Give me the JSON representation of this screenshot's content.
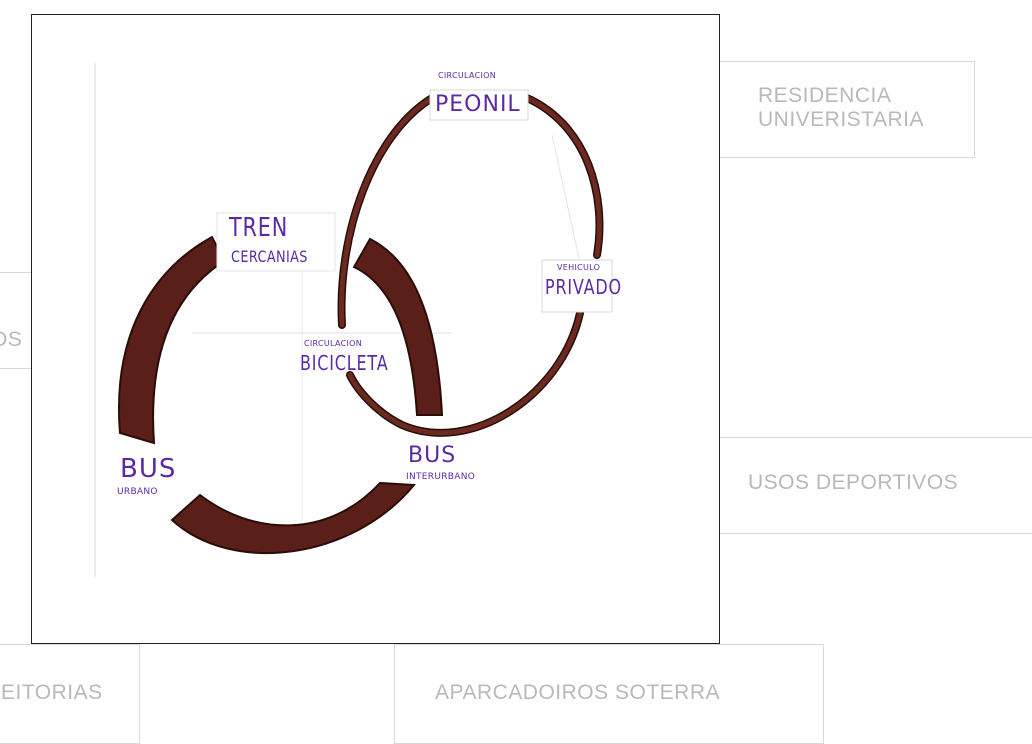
{
  "background_boxes": {
    "residencia": {
      "line1": "RESIDENCIA",
      "line2": "UNIVERISTARIA"
    },
    "deportivos": "USOS DEPORTIVOS",
    "os": "OS",
    "eitorias": "EITORIAS",
    "aparcadoiros": "APARCADOIROS SOTERRA"
  },
  "sketch": {
    "peonil_small": "CIRCULACION",
    "peonil_big": "PEONIL",
    "tren_big": "TREN",
    "tren_small": "CERCANIAS",
    "vehiculo_small": "VEHICULO",
    "vehiculo_big": "PRIVADO",
    "bicicleta_small": "CIRCULACION",
    "bicicleta_big": "BICICLETA",
    "bus_interurbano_big": "BUS",
    "bus_interurbano_small": "INTERURBANO",
    "bus_urbano_big": "BUS",
    "bus_urbano_small": "URBANO",
    "colors": {
      "ring": "#5a1f18",
      "ring_edge": "#2a0c08",
      "text": "#5a2aa6"
    }
  }
}
